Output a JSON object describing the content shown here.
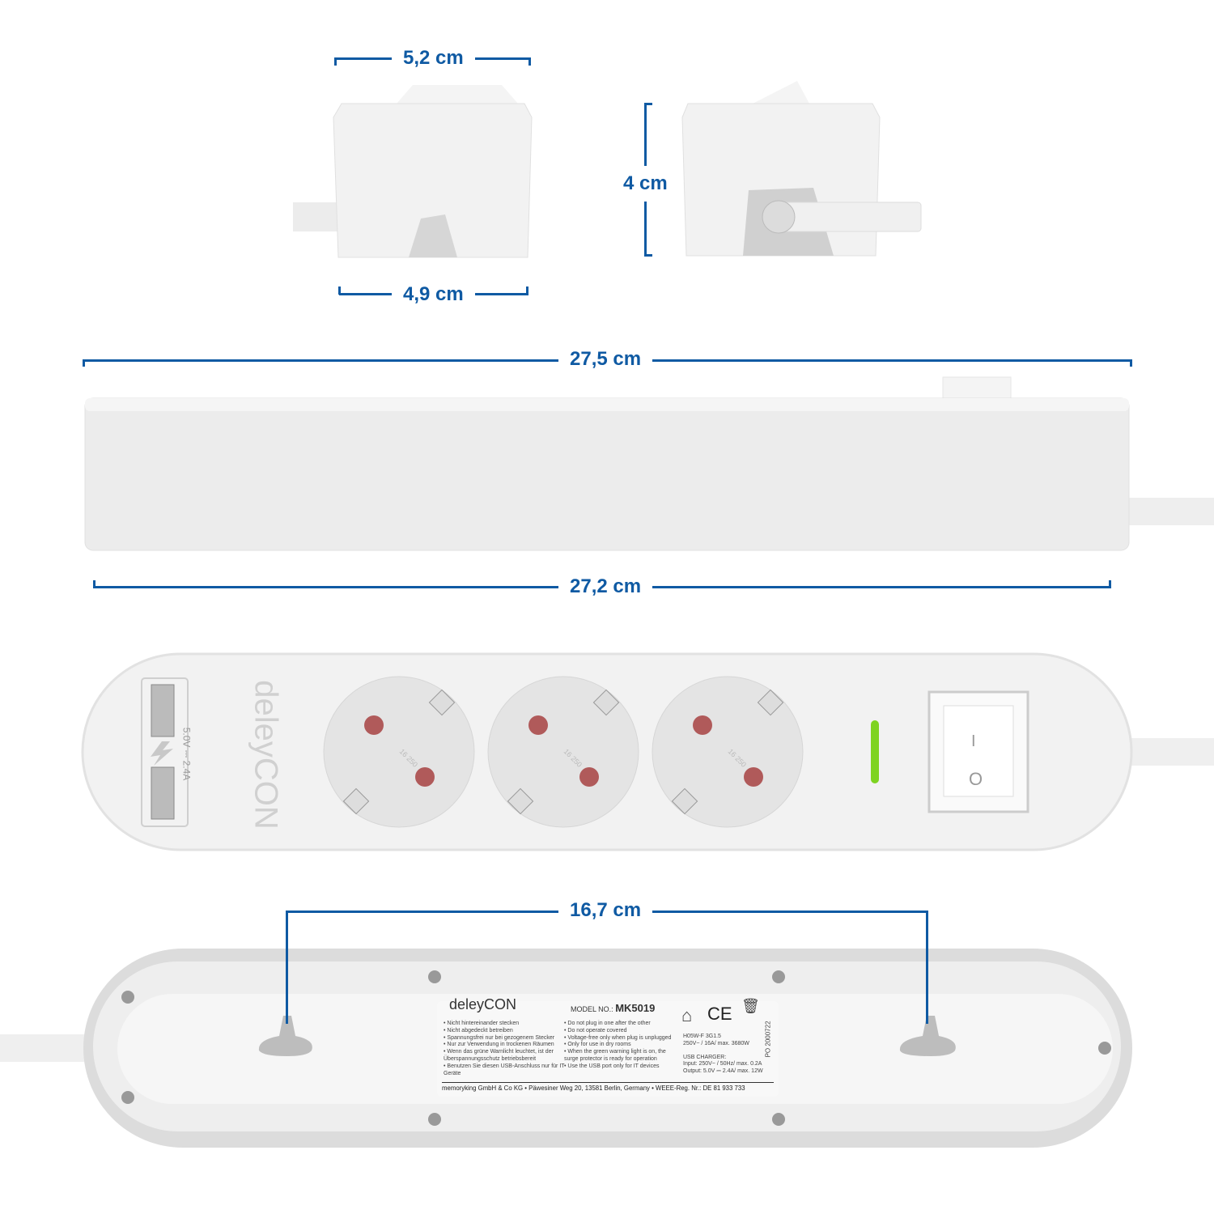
{
  "dimensions": {
    "top_width": "5,2 cm",
    "bottom_width": "4,9 cm",
    "height": "4 cm",
    "total_length": "27,5 cm",
    "body_length": "27,2 cm",
    "mount_hole_distance": "16,7 cm"
  },
  "brand": "deleyCON",
  "usb_rating": "5.0V ⎓ 2.4A",
  "socket_rating": [
    "16",
    "250"
  ],
  "switch": {
    "on": "I",
    "off": "O"
  },
  "label": {
    "brand": "deleyCON",
    "model_prefix": "MODEL NO.:",
    "model": "MK5019",
    "de_notes": [
      "Nicht hintereinander stecken",
      "Nicht abgedeckt betreiben",
      "Spannungsfrei nur bei gezogenem Stecker",
      "Nur zur Verwendung in trockenen Räumen",
      "Wenn das grüne Warnlicht leuchtet, ist der Überspannungsschutz betriebsbereit",
      "Benutzen Sie diesen USB-Anschluss nur für IT Geräte"
    ],
    "en_notes": [
      "Do not plug in one after the other",
      "Do not operate covered",
      "Voltage-free only when plug is unplugged",
      "Only for use in dry rooms",
      "When the green warning light is on, the surge protector is ready for operation",
      "Use the USB port only for IT devices"
    ],
    "cable": "H05W-F 3G1.5",
    "rating": "250V~ / 16A/ max. 3680W",
    "usb_title": "USB CHARGER:",
    "usb_input": "Input: 250V~ / 50Hz/ max. 0.2A",
    "usb_output": "Output: 5.0V ⎓ 2.4A/ max. 12W",
    "po": "PO 2000722",
    "ce": "CE",
    "footer": "memoryking GmbH & Co KG • Päwesiner Weg 20, 13581 Berlin, Germany • WEEE-Reg. Nr.: DE 81 933 733"
  },
  "colors": {
    "accent": "#0f5aa3",
    "led": "#7ed321",
    "pin": "#b05a5a"
  }
}
